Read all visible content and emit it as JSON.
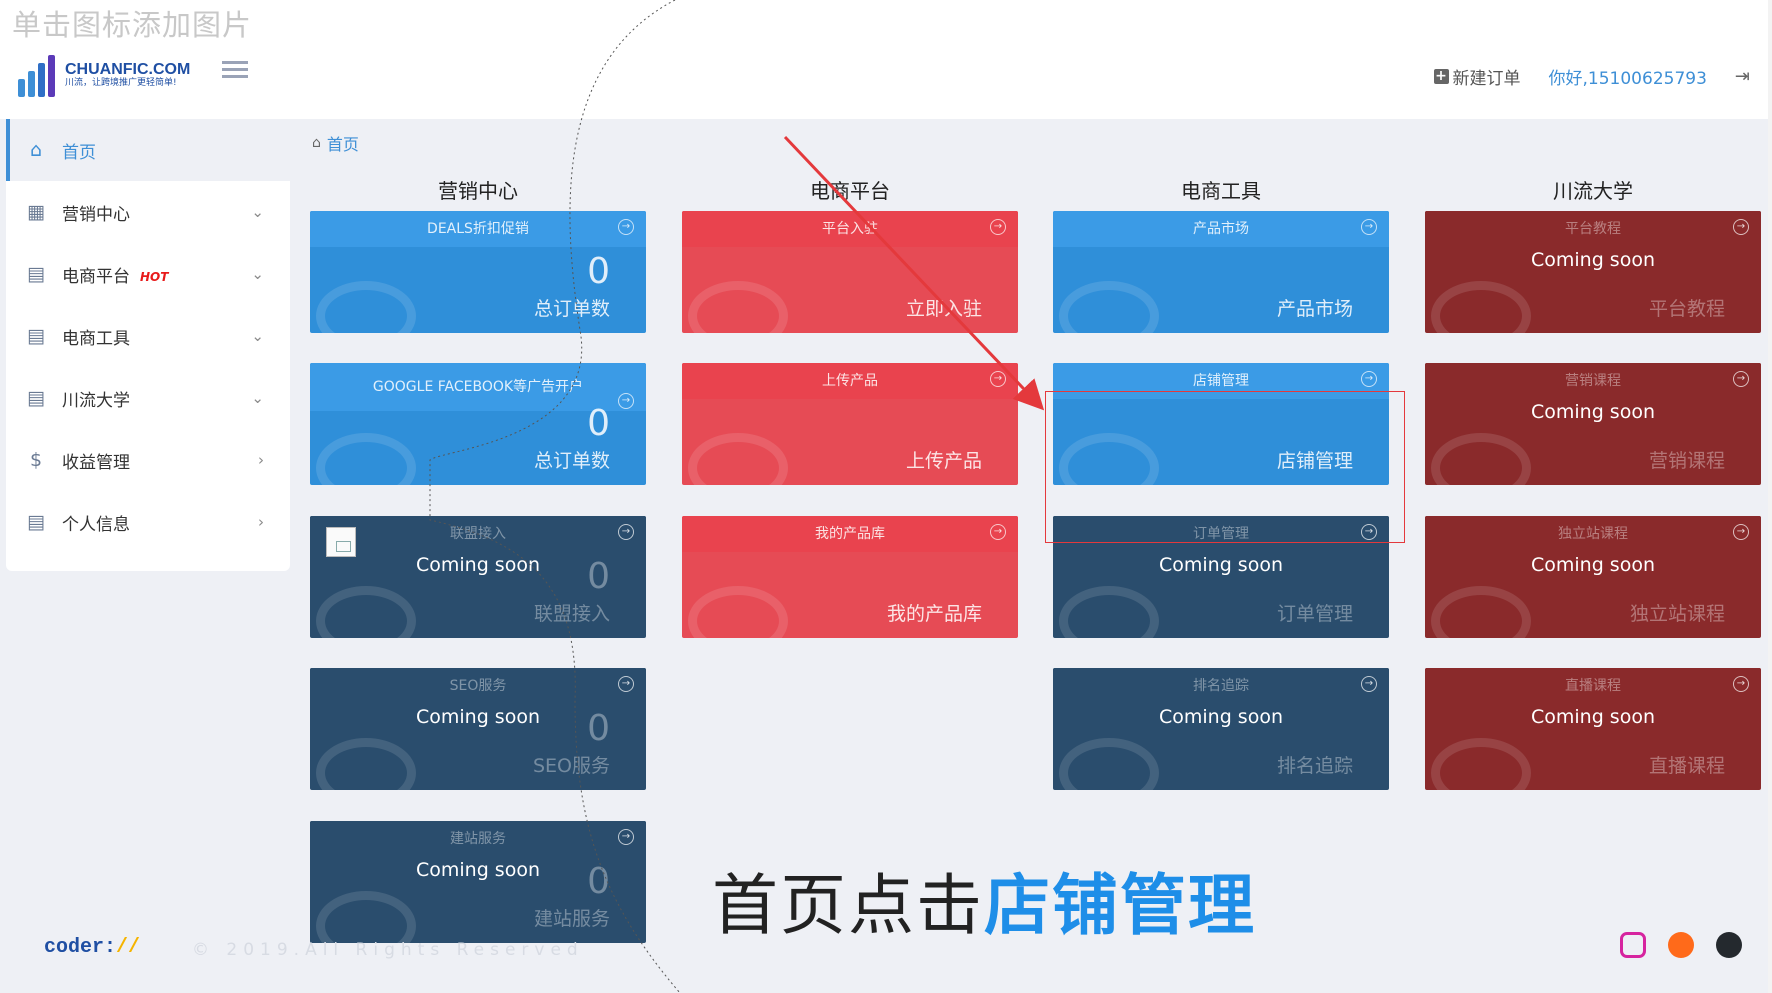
{
  "slide_hint": "单击图标添加图片",
  "header": {
    "brand": "CHUANFIC.COM",
    "slogan": "川流，让跨境推广更轻简单!",
    "new_order": "新建订单",
    "greeting": "你好,15100625793"
  },
  "sidebar": {
    "items": [
      {
        "label": "首页",
        "icon": "home-icon",
        "active": true
      },
      {
        "label": "营销中心",
        "icon": "table-icon"
      },
      {
        "label": "电商平台",
        "icon": "calendar-icon",
        "badge": "HOT"
      },
      {
        "label": "电商工具",
        "icon": "calendar-icon"
      },
      {
        "label": "川流大学",
        "icon": "calendar-icon"
      },
      {
        "label": "收益管理",
        "icon": "dollar-icon"
      },
      {
        "label": "个人信息",
        "icon": "calendar-icon"
      }
    ]
  },
  "breadcrumb": "首页",
  "columns": [
    "营销中心",
    "电商平台",
    "电商工具",
    "川流大学"
  ],
  "cards": {
    "c1_1": {
      "title": "DEALS折扣促销",
      "num": "0",
      "foot": "总订单数"
    },
    "c1_2": {
      "title": "GOOGLE FACEBOOK等广告开户",
      "num": "0",
      "foot": "总订单数"
    },
    "c1_3": {
      "title": "联盟接入",
      "soon": "Coming soon",
      "num": "0",
      "foot": "联盟接入"
    },
    "c1_4": {
      "title": "SEO服务",
      "soon": "Coming soon",
      "num": "0",
      "foot": "SEO服务"
    },
    "c1_5": {
      "title": "建站服务",
      "soon": "Coming soon",
      "num": "0",
      "foot": "建站服务"
    },
    "c2_1": {
      "title": "平台入驻",
      "foot": "立即入驻"
    },
    "c2_2": {
      "title": "上传产品",
      "foot": "上传产品"
    },
    "c2_3": {
      "title": "我的产品库",
      "foot": "我的产品库"
    },
    "c3_1": {
      "title": "产品市场",
      "foot": "产品市场"
    },
    "c3_2": {
      "title": "店铺管理",
      "foot": "店铺管理"
    },
    "c3_3": {
      "title": "订单管理",
      "soon": "Coming soon",
      "foot": "订单管理"
    },
    "c3_4": {
      "title": "排名追踪",
      "soon": "Coming soon",
      "foot": "排名追踪"
    },
    "c4_1": {
      "title": "平台教程",
      "soon": "Coming soon",
      "foot": "平台教程"
    },
    "c4_2": {
      "title": "营销课程",
      "soon": "Coming soon",
      "foot": "营销课程"
    },
    "c4_3": {
      "title": "独立站课程",
      "soon": "Coming soon",
      "foot": "独立站课程"
    },
    "c4_4": {
      "title": "直播课程",
      "soon": "Coming soon",
      "foot": "直播课程"
    }
  },
  "caption": {
    "prefix": "首页点击",
    "highlight": "店铺管理"
  },
  "footer": {
    "brand": "coder:",
    "brand_slashes": "//",
    "copyright": "© 2019.All Rights Reserved"
  },
  "colors": {
    "blue": "#2f8fd9",
    "red": "#e64b55",
    "navy": "#2a4d6d",
    "maroon": "#8a2a2b",
    "accent": "#3e8fd6"
  }
}
